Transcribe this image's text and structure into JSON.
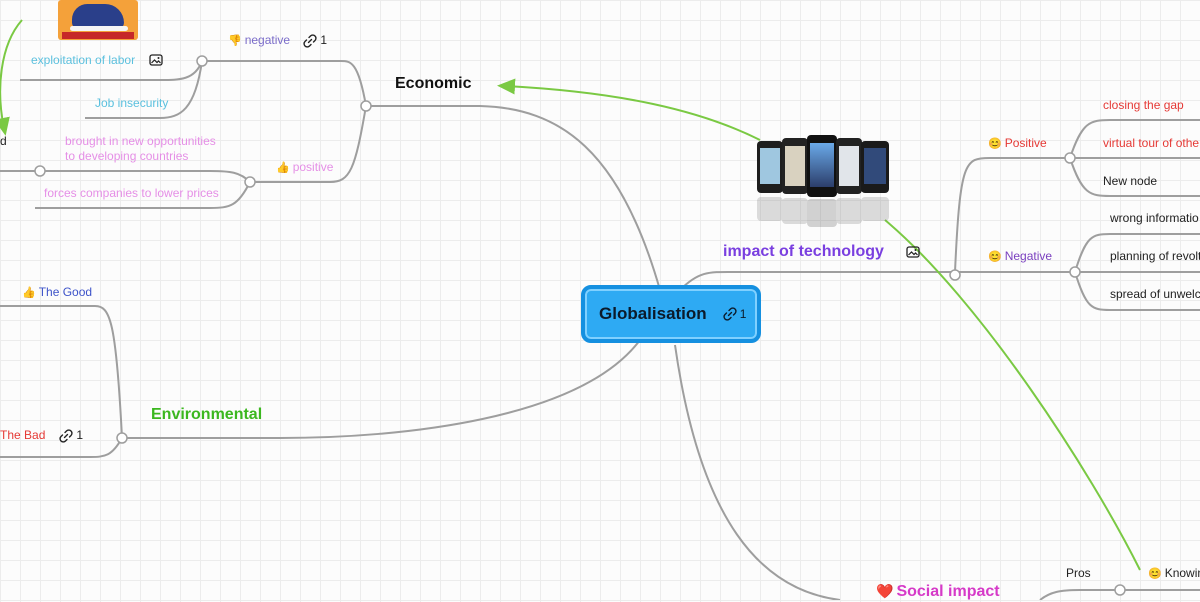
{
  "central": {
    "title": "Globalisation",
    "link_count": "1"
  },
  "economic": {
    "title": "Economic",
    "negative": {
      "label": "negative",
      "link_count": "1",
      "children": [
        "exploitation of labor",
        "Job insecurity"
      ]
    },
    "positive": {
      "label": "positive",
      "children": [
        "brought in new opportunities",
        "to developing countries",
        "forces companies to lower prices"
      ]
    }
  },
  "edge_fragment": "d",
  "environmental": {
    "title": "Environmental",
    "good": "The Good",
    "bad": "The Bad",
    "bad_link_count": "1"
  },
  "technology": {
    "title": "impact of technology",
    "positive": {
      "label": "Positive",
      "children": [
        "closing the gap",
        "virtual tour of othe",
        "New node"
      ]
    },
    "negative": {
      "label": "Negative",
      "children": [
        "wrong informatio",
        "planning of revolt",
        "spread of unwelc"
      ]
    }
  },
  "social": {
    "title": "Social impact",
    "pros": "Pros",
    "knowing": "Knowin"
  },
  "colors": {
    "central_fill": "#2eaaf3",
    "connector": "#9e9e9e",
    "arrow": "#7ac943",
    "economic_neg": "#7a6cc9",
    "economic_child": "#5bc0de",
    "economic_pos": "#e58fe6",
    "env_title": "#3bb71f",
    "env_good": "#3d53c9",
    "env_bad": "#e53935",
    "tech_title": "#7a3fe0",
    "tech_positive_child": "#e53935",
    "tech_negative_label": "#7a3fbf",
    "social_title": "#d63ac8"
  }
}
